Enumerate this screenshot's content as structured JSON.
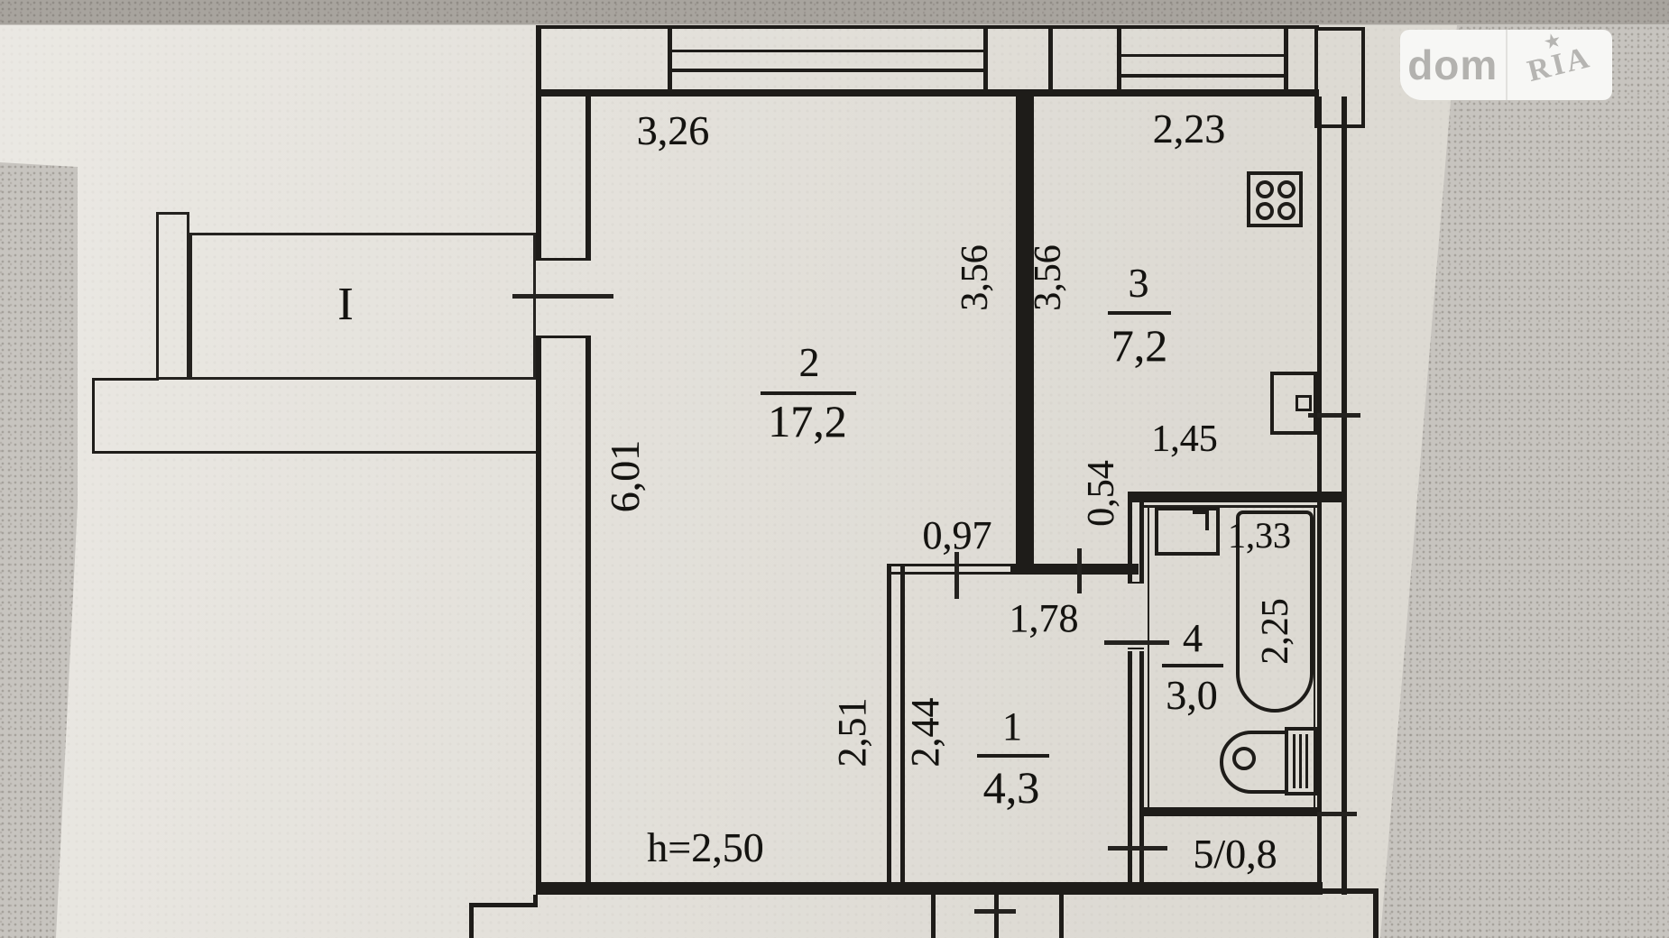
{
  "document": {
    "type": "apartment floor plan scan"
  },
  "logo": {
    "dom": "dom",
    "ria": "RIA"
  },
  "icons": {
    "star": "★"
  },
  "colors": {
    "ink": "#1e1c19",
    "paper": "#e4e1da",
    "backdrop": "#c7c4bf",
    "logo_text": "#b4b3b0"
  },
  "labels": {
    "balcony": "I",
    "room2_width": "3,26",
    "kitchen_width": "2,23",
    "room2_depth": "3,56",
    "kitchen_depth": "3,56",
    "room2_length": "6,01",
    "room2_number": "2",
    "room2_area": "17,2",
    "kitchen_number": "3",
    "kitchen_area": "7,2",
    "kitchen_recess": "1,45",
    "kitchen_passage": "0,54",
    "hall_door": "0,97",
    "hall_width": "1,78",
    "room2_lower": "2,51",
    "hall_depth": "2,44",
    "hall_number": "1",
    "hall_area": "4,3",
    "bath_fixture": "1,33",
    "bath_depth": "2,25",
    "bath_number": "4",
    "bath_area": "3,0",
    "storage": "5/0,8",
    "ceiling": "h=2,50"
  }
}
